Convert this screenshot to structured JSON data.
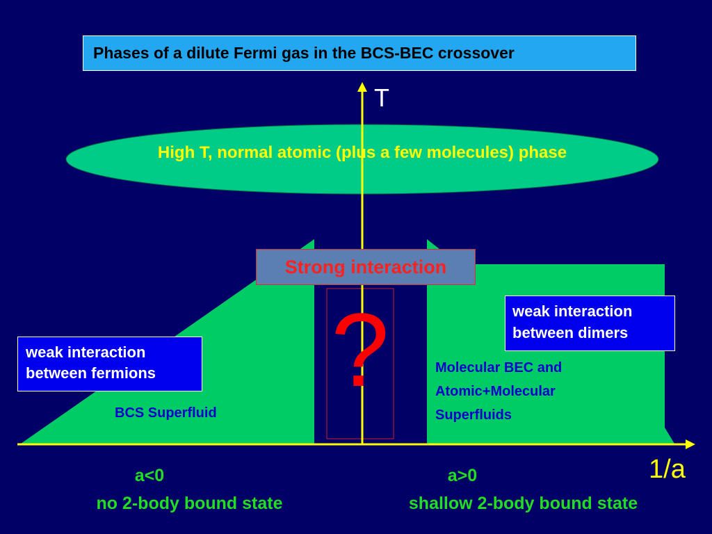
{
  "title": "Phases of a dilute Fermi gas in the BCS-BEC crossover",
  "axes": {
    "y_label": "T",
    "x_label": "1/a"
  },
  "normal_phase": "High T, normal atomic (plus a few molecules) phase",
  "strong_interaction": "Strong interaction",
  "unknown_mark": "?",
  "left_region": {
    "box_line1": "weak interaction",
    "box_line2": "between fermions",
    "phase": "BCS Superfluid"
  },
  "right_region": {
    "box_line1": "weak interaction",
    "box_line2": "between dimers",
    "phase_line1": "Molecular BEC and",
    "phase_line2": "Atomic+Molecular",
    "phase_line3": "Superfluids"
  },
  "conditions": {
    "left_a": "a<0",
    "left_b": "no 2-body bound state",
    "right_a": "a>0",
    "right_b": "shallow 2-body bound state"
  },
  "colors": {
    "background": "#000066",
    "region_fill": "#00cc66",
    "ellipse_fill": "#00cc88",
    "axis": "#ffff00",
    "title_box": "#22a7f0",
    "weak_box": "#0000ee",
    "strong_text": "#ff2020"
  }
}
